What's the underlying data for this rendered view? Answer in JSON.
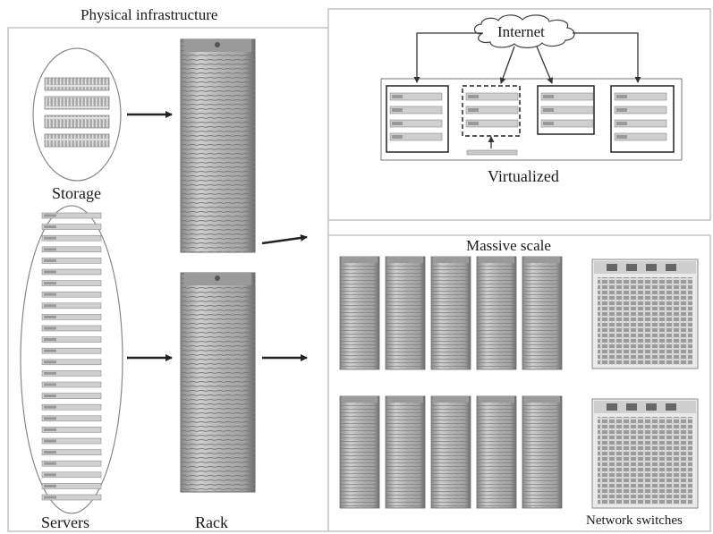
{
  "title": "Physical infrastructure",
  "labels": {
    "storage": "Storage",
    "servers": "Servers",
    "rack": "Rack",
    "massive_scale": "Massive scale",
    "network_switches": "Network switches",
    "internet": "Internet",
    "virtualized": "Virtualized"
  },
  "colors": {
    "line": "#222222",
    "panel_border": "#b0b0b0",
    "rack_dark": "#7d7d7d",
    "rack_light": "#c9c9c9",
    "equipment": "#bdbdbd"
  }
}
